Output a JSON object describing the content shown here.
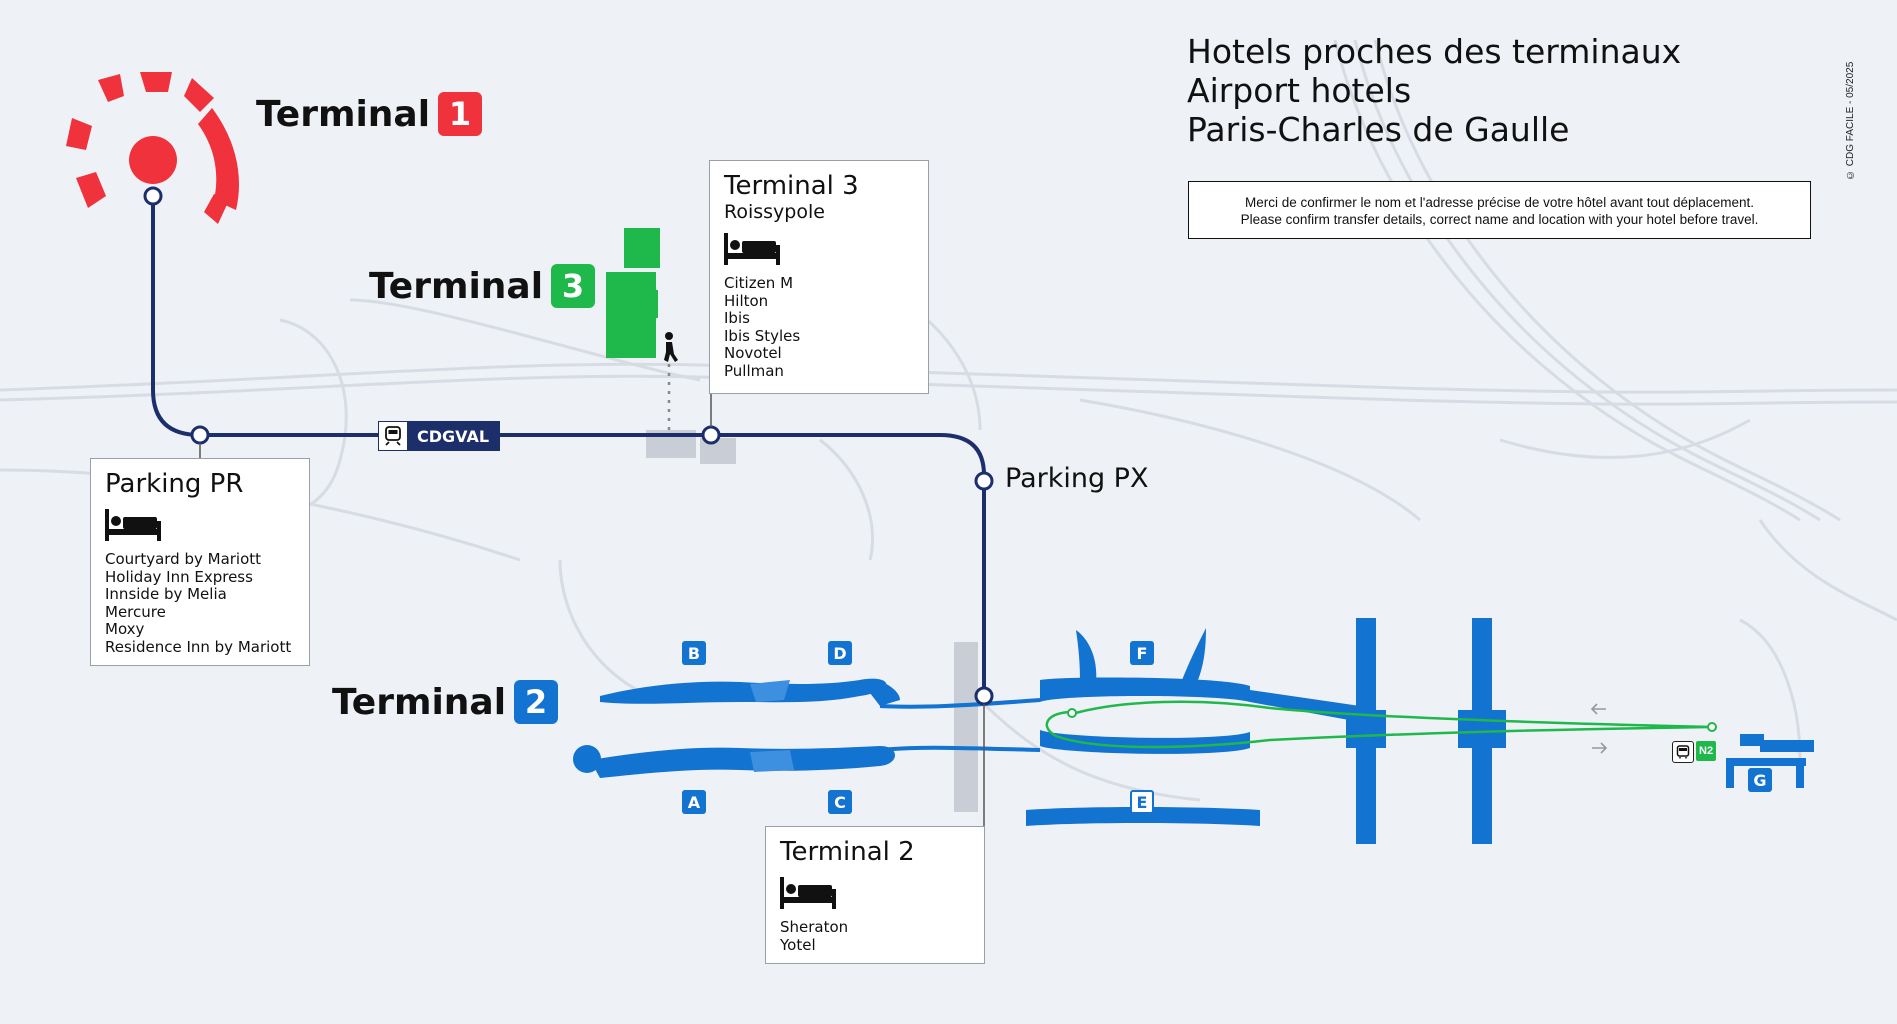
{
  "title": {
    "line1": "Hotels proches des terminaux",
    "line2": "Airport hotels",
    "line3": "Paris-Charles de Gaulle"
  },
  "notice": {
    "fr": "Merci de confirmer le nom et l'adresse précise de votre hôtel avant tout déplacement.",
    "en": "Please confirm transfer details, correct name and location with your hotel before travel."
  },
  "copyright": "© CDG FACILE - 05/2025",
  "terminals": {
    "t1": {
      "word": "Terminal",
      "number": "1",
      "color": "#f0323c"
    },
    "t2": {
      "word": "Terminal",
      "number": "2",
      "color": "#1273d0"
    },
    "t3": {
      "word": "Terminal",
      "number": "3",
      "color": "#1fb84a"
    }
  },
  "cdgval_label": "CDGVAL",
  "stops": {
    "parking_px": "Parking PX"
  },
  "cards": {
    "parking_pr": {
      "title": "Parking PR",
      "hotels": [
        "Courtyard by Mariott",
        "Holiday Inn Express",
        "Innside by Melia",
        "Mercure",
        "Moxy",
        "Residence Inn by Mariott"
      ]
    },
    "terminal3": {
      "title": "Terminal 3",
      "subtitle": "Roissypole",
      "hotels": [
        "Citizen M",
        "Hilton",
        "Ibis",
        "Ibis Styles",
        "Novotel",
        "Pullman"
      ]
    },
    "terminal2": {
      "title": "Terminal 2",
      "hotels": [
        "Sheraton",
        "Yotel"
      ]
    }
  },
  "gates": [
    "A",
    "B",
    "C",
    "D",
    "E",
    "F",
    "G"
  ],
  "shuttle_label": "N2",
  "colors": {
    "line": "#1c2f6b",
    "t2_blue": "#1273d0",
    "shuttle_green": "#1fb84a",
    "background": "#eef1f6",
    "roads": "#d7dce4"
  }
}
